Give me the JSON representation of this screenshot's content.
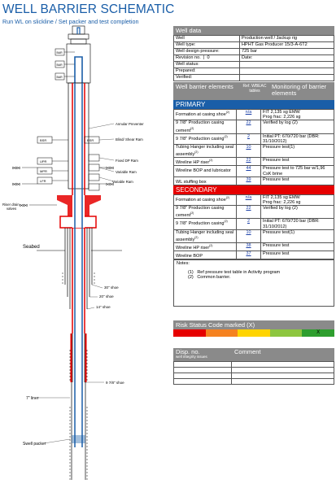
{
  "title": "WELL BARRIER SCHEMATIC",
  "subtitle": "Run WL on slickline / Set packer and test completion",
  "schematic": {
    "bop_labels": [
      "BSR",
      "UPR",
      "MPR",
      "LFR"
    ],
    "bsr_right": "BSR",
    "riser_blocks": [
      "BAR",
      "BAR",
      "BAR"
    ],
    "annotations": {
      "annular": "Annular Preventer",
      "blind_shear": "Blind/ Shear Ram",
      "fixed_dp": "Fixed DP Ram",
      "variable1": "Variable Ram",
      "variable2": "Variable Ram",
      "riser_drain": "Riser drain\nvalves",
      "seabed": "Seabed",
      "shoe30": "30\" shoe",
      "shoe20": "20\" shoe",
      "shoe14": "14\" shoe",
      "shoe978": "9 7/8\" shoe",
      "liner7": "7\" liner",
      "swell_packer": "Swell packer"
    }
  },
  "well_data": {
    "header": "Well data",
    "rows": [
      {
        "k": "Well",
        "v": "Production well / Jackup rig"
      },
      {
        "k": "Well type:",
        "v": "HPHT Gas Producer 15/3-A-6T2"
      },
      {
        "k": "Well design pressure:",
        "v": "725 bar"
      },
      {
        "k": "Revision no.",
        "k2": "0",
        "v": "Date:"
      },
      {
        "k": "Well status:",
        "v": ""
      },
      {
        "k": "Prepared:",
        "v": ""
      },
      {
        "k": "Verified:",
        "v": ""
      }
    ]
  },
  "barrier_header": {
    "col1": "Well barrier elements",
    "col2": "Ref. WBEAC tables",
    "col3": "Monitoring of barrier elements"
  },
  "primary": {
    "label": "PRIMARY",
    "rows": [
      {
        "el": "Formation at casing shoe",
        "sup": "(2)",
        "ref": "n/a",
        "mon": "FIT 2,135 sg EMW\nProg frac: 2,226 sg"
      },
      {
        "el": "9 7/8\" Production casing cement",
        "sup": "(2)",
        "ref": "22",
        "mon": "Verified by log (2)"
      },
      {
        "el": "9 7/8\" Production casing",
        "sup": "(2)",
        "ref": "2",
        "mon": "Initial PT: 670/720 bar (DBR: 31/10/2012)"
      },
      {
        "el": "Tubing Hanger including seal assembly",
        "sup": "(2)",
        "ref": "10",
        "mon": "Pressure test(1)"
      },
      {
        "el": "Wireline HP riser",
        "sup": "(2)",
        "ref": "22",
        "mon": "Pressure test"
      },
      {
        "el": "Wireline BOP and lubricator",
        "sup": "",
        "ref": "44",
        "mon": "Pressure test to 725 bar w/1,96 CsK brine"
      },
      {
        "el": "WL stuffing box",
        "sup": "",
        "ref": "39",
        "mon": "Pressure test"
      }
    ]
  },
  "secondary": {
    "label": "SECONDARY",
    "rows": [
      {
        "el": "Formation at casing shoe",
        "sup": "(2)",
        "ref": "n/a",
        "mon": "FIT 2,135 sg EMW\nProg frac: 2,226 sg"
      },
      {
        "el": "9 7/8\" Production casing cement",
        "sup": "(2)",
        "ref": "22",
        "mon": "Verified by log (2)"
      },
      {
        "el": "9 7/8\" Production casing",
        "sup": "(2)",
        "ref": "2",
        "mon": "Initial PT: 670/720 bar (DBR: 31/10/2012)"
      },
      {
        "el": "Tubing Hanger including seal assembly",
        "sup": "(2)",
        "ref": "10",
        "mon": "Pressure test(1)"
      },
      {
        "el": "Wireline HP riser",
        "sup": "(2)",
        "ref": "38",
        "mon": "Pressure test"
      },
      {
        "el": "Wireline BOP",
        "sup": "",
        "ref": "37",
        "mon": "Pressure test"
      }
    ]
  },
  "notes": {
    "label": "Notes:",
    "items": [
      {
        "num": "(1)",
        "text": "Ref pressure test table in Activity program"
      },
      {
        "num": "(2)",
        "text": "Common barrier."
      }
    ]
  },
  "risk": {
    "label": "Risk Status Code marked (X)",
    "colors": [
      "#e60000",
      "#f58220",
      "#ffd400",
      "#8dc63f",
      "#2e9e2e"
    ],
    "marks": [
      "",
      "",
      "",
      "",
      "X"
    ]
  },
  "disposition": {
    "col1": "Disp. no.",
    "col1_sub": "well integrity issues",
    "col2": "Comment",
    "rows": 4
  },
  "colors": {
    "blue": "#1a5ea8",
    "red": "#e60000",
    "grey": "#8a8a8a"
  }
}
